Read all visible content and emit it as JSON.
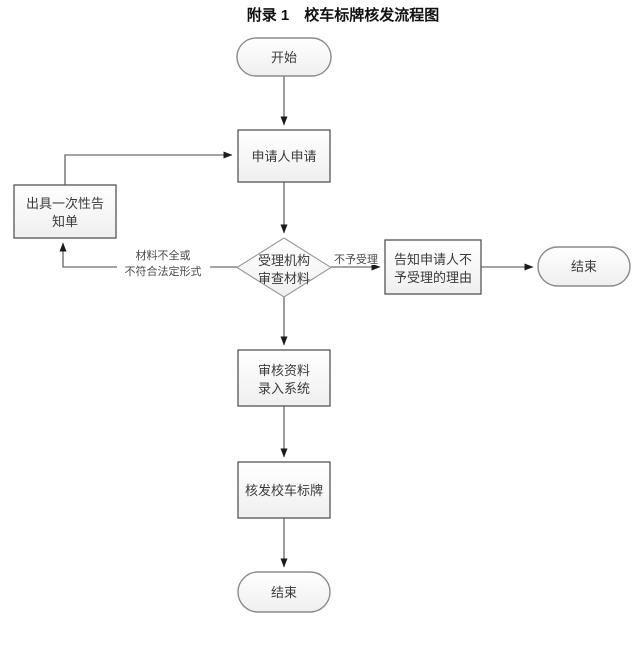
{
  "title": "附录 1　校车标牌核发流程图",
  "nodes": {
    "start": {
      "label": "开始"
    },
    "apply": {
      "label": "申请人申请"
    },
    "notice": {
      "lines": [
        "出具一次性告",
        "知单"
      ]
    },
    "review": {
      "lines": [
        "受理机构",
        "审查材料"
      ]
    },
    "inform": {
      "lines": [
        "告知申请人不",
        "予受理的理由"
      ]
    },
    "end_right": {
      "label": "结束"
    },
    "audit": {
      "lines": [
        "审核资料",
        "录入系统"
      ]
    },
    "issue": {
      "label": "核发校车标牌"
    },
    "end_bottom": {
      "label": "结束"
    }
  },
  "edge_labels": {
    "incomplete": {
      "lines": [
        "材料不全或",
        "不符合法定形式"
      ]
    },
    "not_accept": {
      "label": "不予受理"
    }
  },
  "colors": {
    "background": "#ffffff",
    "shape_fill_top": "#ffffff",
    "shape_fill_bottom": "#efefef",
    "box_stroke": "#555555",
    "oval_stroke": "#8a8a8a",
    "diamond_stroke": "#979797",
    "connector": "#4a4a4a",
    "arrowhead": "#1b1b1b",
    "text": "#3a3a3a"
  }
}
